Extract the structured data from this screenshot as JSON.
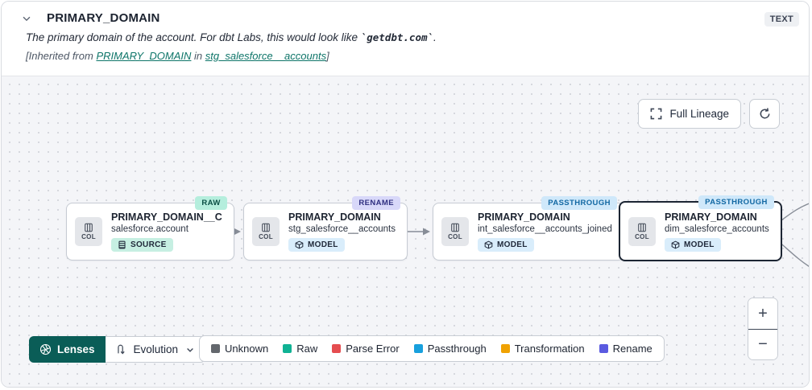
{
  "header": {
    "title": "PRIMARY_DOMAIN",
    "type_badge": "TEXT",
    "description_prefix": "The primary domain of the account. For dbt Labs, this would look like ",
    "description_code": "`getdbt.com`",
    "description_suffix": ".",
    "inherited_prefix": "[Inherited from ",
    "inherited_column_link": "PRIMARY_DOMAIN",
    "inherited_middle": " in ",
    "inherited_model_link": "stg_salesforce__accounts",
    "inherited_suffix": "]"
  },
  "toolbar": {
    "full_lineage_label": "Full Lineage"
  },
  "nodes": [
    {
      "title": "PRIMARY_DOMAIN__C",
      "subtitle": "salesforce.account",
      "resource_type": "SOURCE",
      "evolution_badge": "RAW",
      "col_label": "COL"
    },
    {
      "title": "PRIMARY_DOMAIN",
      "subtitle": "stg_salesforce__accounts",
      "resource_type": "MODEL",
      "evolution_badge": "RENAME",
      "col_label": "COL"
    },
    {
      "title": "PRIMARY_DOMAIN",
      "subtitle": "int_salesforce__accounts_joined",
      "resource_type": "MODEL",
      "evolution_badge": "PASSTHROUGH",
      "col_label": "COL"
    },
    {
      "title": "PRIMARY_DOMAIN",
      "subtitle": "dim_salesforce_accounts",
      "resource_type": "MODEL",
      "evolution_badge": "PASSTHROUGH",
      "col_label": "COL",
      "selected": true
    }
  ],
  "lenses": {
    "button_label": "Lenses",
    "selected_lens": "Evolution"
  },
  "legend": {
    "items": [
      {
        "label": "Unknown",
        "color": "#63676d"
      },
      {
        "label": "Raw",
        "color": "#10b294"
      },
      {
        "label": "Parse Error",
        "color": "#e54d50"
      },
      {
        "label": "Passthrough",
        "color": "#18a0dd"
      },
      {
        "label": "Transformation",
        "color": "#f0a202"
      },
      {
        "label": "Rename",
        "color": "#5a5ae0"
      }
    ]
  },
  "zoom_controls": {
    "zoom_in": "+",
    "zoom_out": "−"
  },
  "colors": {
    "badge_raw_bg": "#b5eedd",
    "badge_rename_bg": "#d8d8f9",
    "badge_passthrough_bg": "#cfe8fa",
    "source_pill_bg": "#c6efe2",
    "model_pill_bg": "#d9edfb",
    "lenses_button_bg": "#0a5d57",
    "link_teal": "#0e7569",
    "canvas_bg": "#f4f5f8"
  }
}
